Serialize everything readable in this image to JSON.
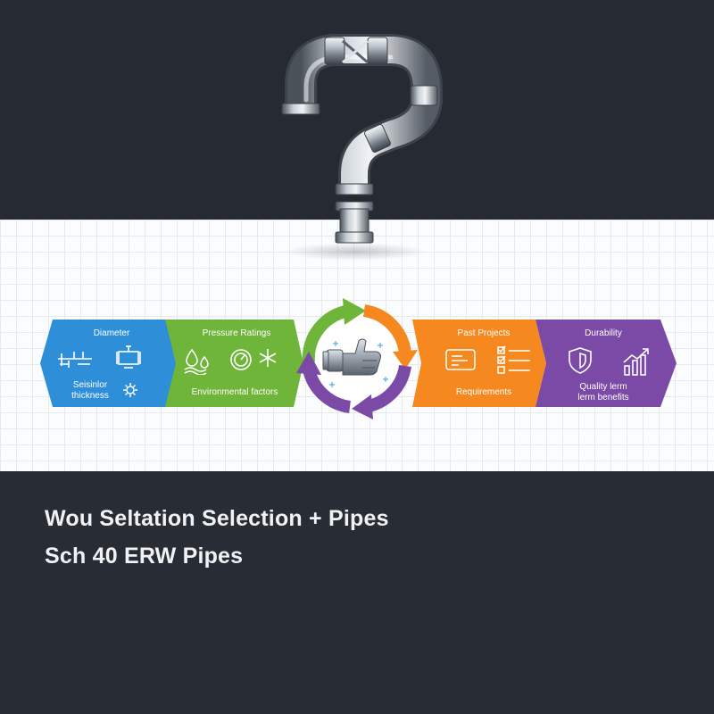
{
  "diagram": {
    "steps": [
      {
        "key": "blue",
        "color": "#2e8fd8",
        "top_label": "Diameter",
        "bottom_label": "Seisinlor\nthickness",
        "icons": [
          "caliper-icon",
          "pipe-fitting-icon",
          "gear-icon"
        ]
      },
      {
        "key": "green",
        "color": "#6fb53a",
        "top_label": "Pressure Ratings",
        "bottom_label": "Environmental factors",
        "icons": [
          "water-drops-icon",
          "pressure-gauge-icon",
          "snowflake-icon"
        ]
      },
      {
        "key": "orange",
        "color": "#f5891f",
        "top_label": "Past Projects",
        "bottom_label": "Requirements",
        "icons": [
          "blueprint-icon",
          "checklist-icon"
        ]
      },
      {
        "key": "purple",
        "color": "#7b4aa6",
        "top_label": "Durability",
        "bottom_label": "Quality lerm\nlerm benefits",
        "icons": [
          "shield-icon",
          "growth-chart-icon"
        ]
      }
    ],
    "center": {
      "icon": "pipe-thumbs-up-icon",
      "arrow_colors": [
        "#6fb53a",
        "#f5891f",
        "#7b4aa6",
        "#7b4aa6"
      ]
    },
    "hero_icon": "pipe-question-mark-icon"
  },
  "headline": {
    "line1": "Wou Seltation Selection + Pipes",
    "line2": "Sch 40 ERW Pipes"
  }
}
